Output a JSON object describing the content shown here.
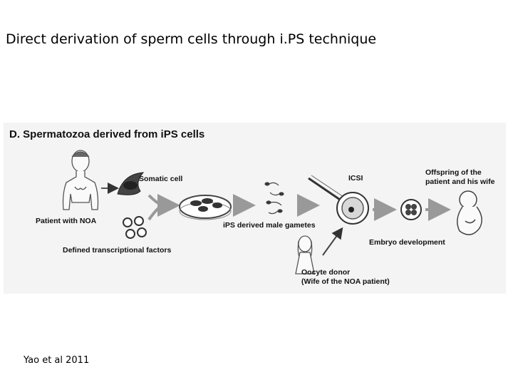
{
  "title": "Direct derivation of sperm cells through i.PS technique",
  "figure": {
    "heading": "D. Spermatozoa derived from iPS cells",
    "labels": {
      "somatic_cell": "Somatic cell",
      "patient": "Patient with NOA",
      "factors": "Defined transcriptional factors",
      "gametes": "iPS derived male gametes",
      "icsi": "ICSI",
      "offspring_line1": "Offspring of the",
      "offspring_line2": "patient and his wife",
      "embryo": "Embryo development",
      "oocyte_line1": "Oocyte donor",
      "oocyte_line2": "(Wife of the NOA patient)"
    }
  },
  "citation": "Yao et al 2011"
}
